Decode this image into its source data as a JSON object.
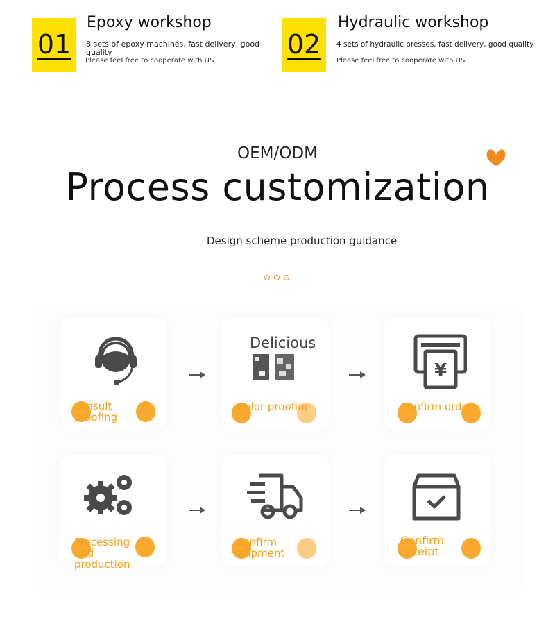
{
  "workshops": [
    {
      "number": "01",
      "title": "Epoxy workshop",
      "description": "8 sets of epoxy machines, fast delivery, good quality",
      "note": "Please feel free to cooperate with US"
    },
    {
      "number": "02",
      "title": "Hydraulic workshop",
      "description": "4 sets of hydraulic presses, fast delivery, good quality",
      "note": "Please feel free to cooperate with US"
    }
  ],
  "header": {
    "eyebrow": "OEM/ODM",
    "title": "Process customization",
    "subtitle": "Design scheme production guidance"
  },
  "colors": {
    "accent": "#ffe000",
    "orange": "#f5a21c",
    "heart": "#f08a1c"
  },
  "steps": [
    {
      "label": "consult proofing",
      "icon": "headset-icon"
    },
    {
      "label": "Color proofing",
      "icon": "color-swatch-icon",
      "extra": "Delicious"
    },
    {
      "label": "Confirm order",
      "icon": "payment-terminal-icon"
    },
    {
      "label": "Processing and production",
      "icon": "gears-icon"
    },
    {
      "label": "Confirm shipment",
      "icon": "delivery-truck-icon"
    },
    {
      "label": "Confirm receipt",
      "icon": "package-check-icon"
    }
  ]
}
